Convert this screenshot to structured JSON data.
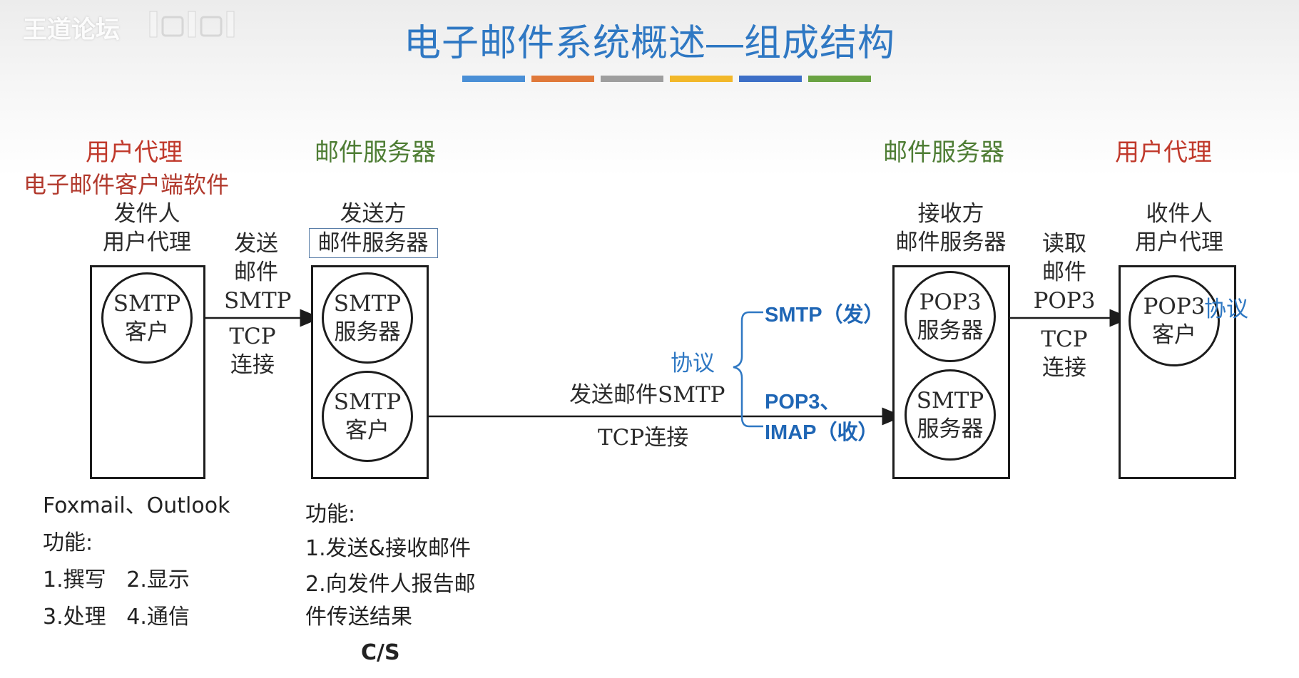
{
  "header": {
    "watermark": "王道论坛",
    "title": "电子邮件系统概述—组成结构",
    "stripe_colors": [
      "#4a8fd6",
      "#e0793a",
      "#9e9e9e",
      "#f2b82a",
      "#3d6fc7",
      "#6aa343"
    ]
  },
  "roles": {
    "left_agent": "用户代理",
    "left_agent_sub": "电子邮件客户端软件",
    "left_server": "邮件服务器",
    "right_server": "邮件服务器",
    "right_agent": "用户代理"
  },
  "diagram": {
    "sender_label": [
      "发件人",
      "用户代理"
    ],
    "sender_circle": [
      "SMTP",
      "客户"
    ],
    "send_mail_label": [
      "发送",
      "邮件",
      "SMTP"
    ],
    "tcp_label_1": [
      "TCP",
      "连接"
    ],
    "send_server_label": [
      "发送方",
      "邮件服务器"
    ],
    "send_server_top_circle": [
      "SMTP",
      "服务器"
    ],
    "send_server_bottom_circle": [
      "SMTP",
      "客户"
    ],
    "middle_send_label": "发送邮件SMTP",
    "middle_tcp_label": "TCP连接",
    "recv_server_label": [
      "接收方",
      "邮件服务器"
    ],
    "recv_server_top_circle": [
      "POP3",
      "服务器"
    ],
    "recv_server_bottom_circle": [
      "SMTP",
      "服务器"
    ],
    "read_mail_label": [
      "读取",
      "邮件",
      "POP3"
    ],
    "tcp_label_2": [
      "TCP",
      "连接"
    ],
    "receiver_label": [
      "收件人",
      "用户代理"
    ],
    "receiver_circle": [
      "POP3",
      "客户"
    ]
  },
  "annotations": {
    "protocol_left": "协议",
    "smtp_send": "SMTP（发）",
    "pop3": "POP3、",
    "imap_recv": "IMAP（收）",
    "protocol_right": "协议"
  },
  "notes_left": {
    "examples": "Foxmail、Outlook",
    "func_title": "功能:",
    "line1": "1.撰写   2.显示",
    "line2": "3.处理   4.通信"
  },
  "notes_middle": {
    "func_title": "功能:",
    "line1": "1.发送&接收邮件",
    "line2": "2.向发件人报告邮",
    "line3": "件传送结果",
    "cs": "C/S"
  }
}
